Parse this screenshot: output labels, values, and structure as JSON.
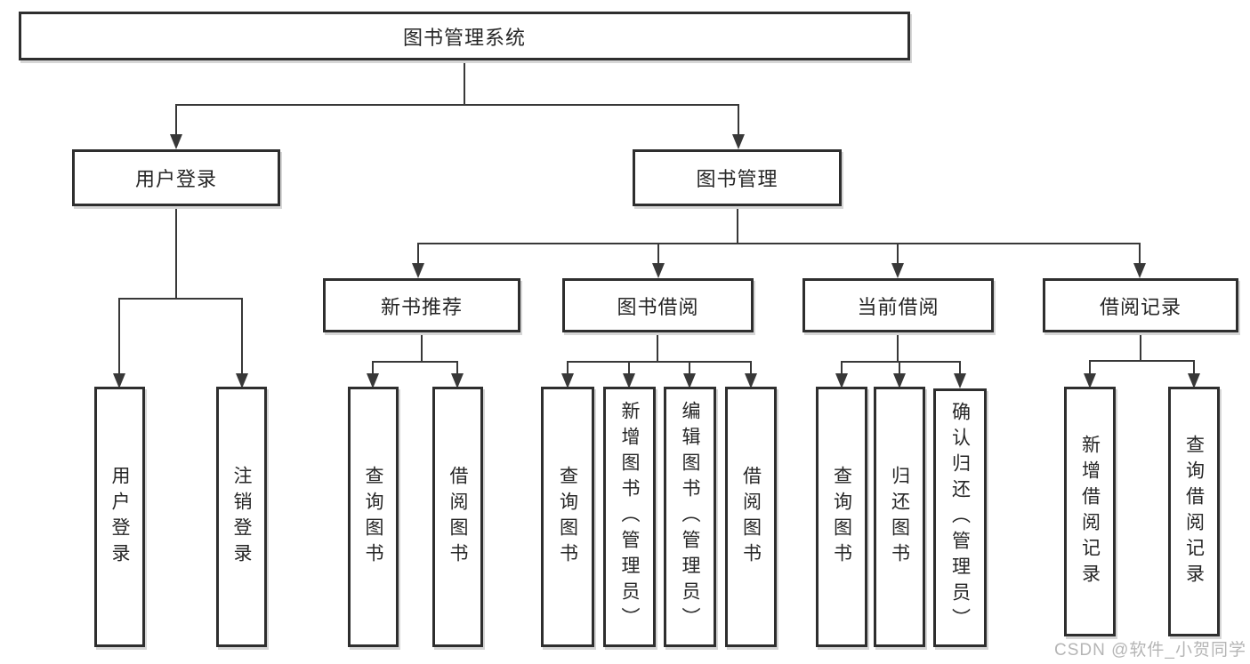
{
  "diagram": {
    "title": "图书管理系统",
    "root": {
      "label": "图书管理系统"
    },
    "level2": [
      {
        "label": "用户登录"
      },
      {
        "label": "图书管理"
      }
    ],
    "level3": [
      {
        "label": "新书推荐"
      },
      {
        "label": "图书借阅"
      },
      {
        "label": "当前借阅"
      },
      {
        "label": "借阅记录"
      }
    ],
    "leaves": {
      "user_login": [
        "用户登录",
        "注销登录"
      ],
      "new_book_recommend": [
        "查询图书",
        "借阅图书"
      ],
      "book_borrow": [
        "查询图书",
        "新增图书（管理员）",
        "编辑图书（管理员）",
        "借阅图书"
      ],
      "current_borrow": [
        "查询图书",
        "归还图书",
        "确认归还（管理员）"
      ],
      "borrow_records": [
        "新增借阅记录",
        "查询借阅记录"
      ]
    }
  },
  "watermark": {
    "text": "CSDN @软件_小贺同学"
  },
  "colors": {
    "line": "#383838",
    "box_border": "#2e2e2e",
    "text": "#262626",
    "watermark": "#b5b5b5",
    "background": "#ffffff"
  }
}
